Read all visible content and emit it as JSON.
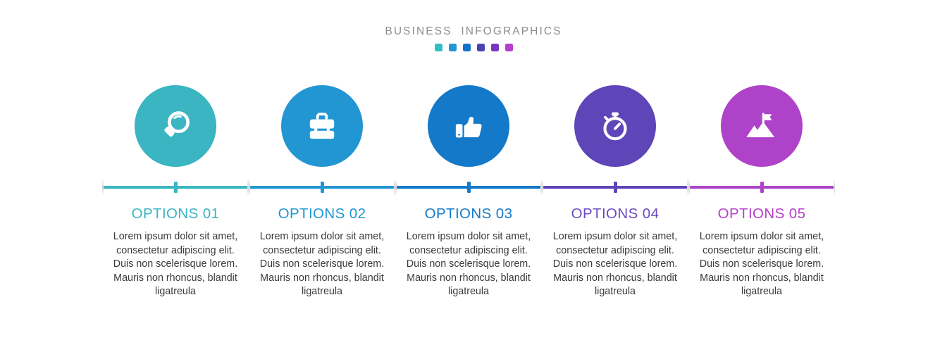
{
  "header": {
    "title": "BUSINESS  INFOGRAPHICS",
    "dots": [
      {
        "name": "dot-1",
        "color": "#2EBFC4"
      },
      {
        "name": "dot-2",
        "color": "#2398D4"
      },
      {
        "name": "dot-3",
        "color": "#1272C6"
      },
      {
        "name": "dot-4",
        "color": "#4942B0"
      },
      {
        "name": "dot-5",
        "color": "#7B34C0"
      },
      {
        "name": "dot-6",
        "color": "#B63FCB"
      }
    ]
  },
  "steps": [
    {
      "id": "options-01",
      "icon": "magnifier-icon",
      "color": "#3AB5C1",
      "title": "OPTIONS 01",
      "title_color": "#3AB5C1",
      "body": "Lorem ipsum dolor sit amet, consectetur adipiscing elit. Duis non scelerisque lorem. Mauris non rhoncus, blandit ligatreula"
    },
    {
      "id": "options-02",
      "icon": "briefcase-icon",
      "color": "#2196D3",
      "title": "OPTIONS 02",
      "title_color": "#2196D3",
      "body": "Lorem ipsum dolor sit amet, consectetur adipiscing elit. Duis non scelerisque lorem. Mauris non rhoncus, blandit ligatreula"
    },
    {
      "id": "options-03",
      "icon": "thumbs-up-icon",
      "color": "#1479C8",
      "title": "OPTIONS 03",
      "title_color": "#1479C8",
      "body": "Lorem ipsum dolor sit amet, consectetur adipiscing elit. Duis non scelerisque lorem. Mauris non rhoncus, blandit ligatreula"
    },
    {
      "id": "options-04",
      "icon": "stopwatch-icon",
      "color": "#5E45B8",
      "title": "OPTIONS 04",
      "title_color": "#6C4BC0",
      "body": "Lorem ipsum dolor sit amet, consectetur adipiscing elit. Duis non scelerisque lorem. Mauris non rhoncus, blandit ligatreula"
    },
    {
      "id": "options-05",
      "icon": "mountain-flag-icon",
      "color": "#AE42C8",
      "title": "OPTIONS 05",
      "title_color": "#B63FCB",
      "body": "Lorem ipsum dolor sit amet, consectetur adipiscing elit. Duis non scelerisque lorem. Mauris non rhoncus, blandit ligatreula"
    }
  ]
}
